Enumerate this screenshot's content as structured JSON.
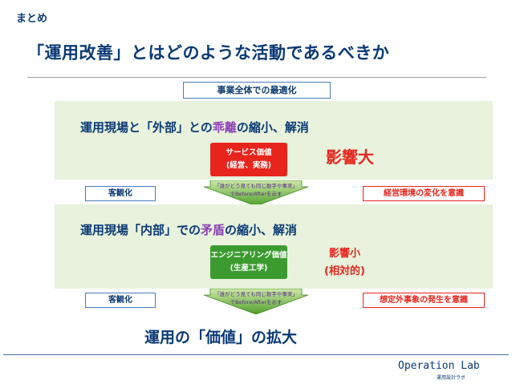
{
  "section_label": "まとめ",
  "title": "「運用改善」とはどのような活動であるべきか",
  "scope_label": "事業全体での最適化",
  "band1": {
    "title_pre": "運用現場と「外部」との",
    "title_hl": "乖離",
    "title_post": "の縮小、解消",
    "value_line1": "サービス価値",
    "value_line2": "(経営、実務)",
    "impact": "影響大"
  },
  "band2": {
    "title_pre": "運用現場「内部」での",
    "title_hl": "矛盾",
    "title_post": "の縮小、解消",
    "value_line1": "エンジニアリング価値",
    "value_line2": "(生産工学)",
    "impact_line1": "影響小",
    "impact_line2": "(相対的)"
  },
  "arrow": {
    "line1": "「誰がどう見ても同じ数字や事実」",
    "line2": "でBefore/Afterを示す"
  },
  "tags": {
    "objective": "客観化",
    "business_env": "経営環境の変化を意識",
    "unexpected": "想定外事象の発生を意識"
  },
  "result": "運用の「価値」の拡大",
  "brand": {
    "name": "Operation Lab",
    "sub": "運用設計ラボ"
  },
  "colors": {
    "navy": "#0b3a75",
    "red": "#e8251d",
    "green": "#3b9b2f",
    "purple": "#8b3fb5",
    "band": "#e8f2dc"
  }
}
